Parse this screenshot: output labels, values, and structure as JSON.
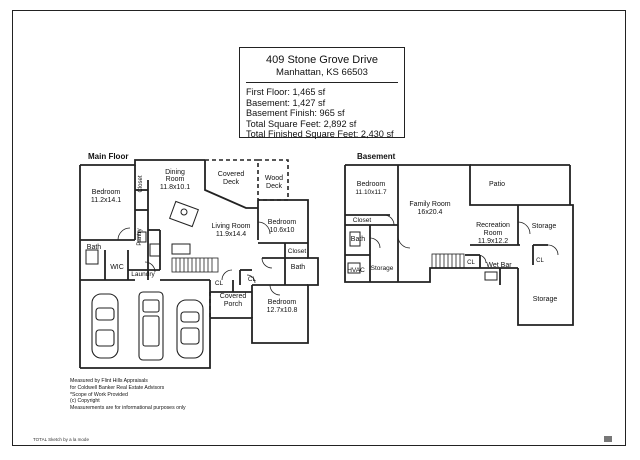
{
  "info": {
    "address": "409 Stone Grove Drive",
    "city": "Manhattan, KS 66503",
    "lines": [
      "First Floor: 1,465 sf",
      "Basement: 1,427 sf",
      "Basement Finish: 965 sf",
      "Total Square Feet: 2,892 sf",
      "Total Finished Square Feet: 2,430 sf"
    ]
  },
  "headings": {
    "main": "Main Floor",
    "basement": "Basement"
  },
  "main_rooms": {
    "bedroom1": [
      "Bedroom",
      "11.2x14.1"
    ],
    "closet1": "Closet",
    "dining": [
      "Dining",
      "Room",
      "11.8x10.1"
    ],
    "covered_deck": [
      "Covered",
      "Deck"
    ],
    "wood_deck": [
      "Wood",
      "Deck"
    ],
    "bedroom2": [
      "Bedroom",
      "10.6x10"
    ],
    "living": [
      "Living Room",
      "11.9x14.4"
    ],
    "pantry": "Pantry",
    "bath1": "Bath",
    "wic": "WIC",
    "laundry": "Laundry",
    "closet2": "Closet",
    "bath2": "Bath",
    "cl1": "CL",
    "cl2": "CL",
    "covered_porch": [
      "Covered",
      "Porch"
    ],
    "bedroom3": [
      "Bedroom",
      "12.7x10.8"
    ]
  },
  "basement_rooms": {
    "bedroom": [
      "Bedroom",
      "11.10x11.7"
    ],
    "family": [
      "Family Room",
      "16x20.4"
    ],
    "patio": "Patio",
    "recreation": [
      "Recreation",
      "Room",
      "11.9x12.2"
    ],
    "storage1": "Storage",
    "closet": "Closet",
    "bath": "Bath",
    "hvac": "HVAC",
    "storage2": "Storage",
    "cl1": "CL",
    "wetbar": "Wet Bar",
    "cl2": "CL",
    "storage3": "Storage"
  },
  "footnote": [
    "Measured by Flint Hills Appraisals",
    "for Coldwell Banker Real Estate Advisors",
    "*Scope of Work Provided",
    "(c) Copyright",
    "Measurements are for informational purposes only"
  ],
  "credit": "TOTAL Sketch by a la mode"
}
